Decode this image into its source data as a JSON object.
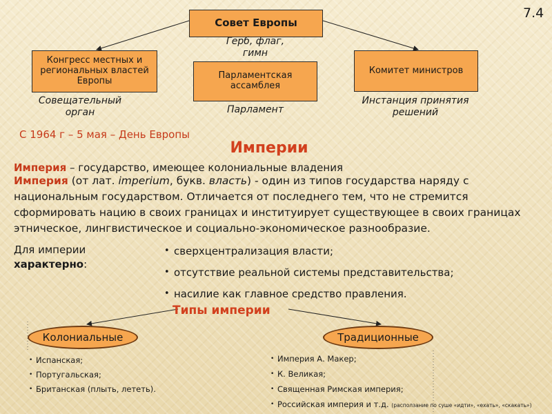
{
  "slide_number": "7.4",
  "council": {
    "title": "Совет Европы"
  },
  "attributes_note": "Герб, флаг, гимн",
  "bodies": {
    "congress": {
      "name": "Конгресс местных и региональных властей Европы",
      "role": "Совещательный орган"
    },
    "assembly": {
      "name": "Парламентская ассамблея",
      "role": "Парламент"
    },
    "committee": {
      "name": "Комитет министров",
      "role": "Инстанция принятия решений"
    }
  },
  "europe_day": "С 1964 г – 5 мая – День Европы",
  "section_title": "Империи",
  "definition_1": {
    "term": "Империя",
    "text": " – государство, имеющее колониальные владения"
  },
  "definition_2": {
    "term": "Империя",
    "text_a": " (от лат. ",
    "latin": "imperium",
    "text_b": ", букв. ",
    "literal": "власть",
    "text_c": ") - один из типов государства наряду с национальным государством. Отличается от последнего тем, что не стремится сформировать нацию в своих границах и институирует существующее в своих границах этническое, лингвистическое и социально-экономическое разнообразие."
  },
  "characteristics": {
    "label_a": "Для империи",
    "label_b": "характерно",
    "label_colon": ":",
    "items": [
      "сверхцентрализация власти;",
      "отсутствие реальной системы представительства;",
      "насилие как главное средство правления."
    ]
  },
  "types": {
    "title": "Типы империи",
    "colonial": {
      "name": "Колониальные",
      "items": [
        "Испанская;",
        "Португальская;",
        "Британская (плыть, лететь)."
      ]
    },
    "traditional": {
      "name": "Традиционные",
      "items": [
        "Империя А. Макер;",
        "К. Великая;",
        "Священная Римская империя;",
        "Российская империя и т.д."
      ],
      "note": "(расползание по суше «идти», «ехать», «скакать»)"
    }
  },
  "bullet_symbol": "•",
  "colors": {
    "box_fill": "#f6a64f",
    "accent_red": "#c63a1a",
    "title_red": "#d2401e"
  }
}
